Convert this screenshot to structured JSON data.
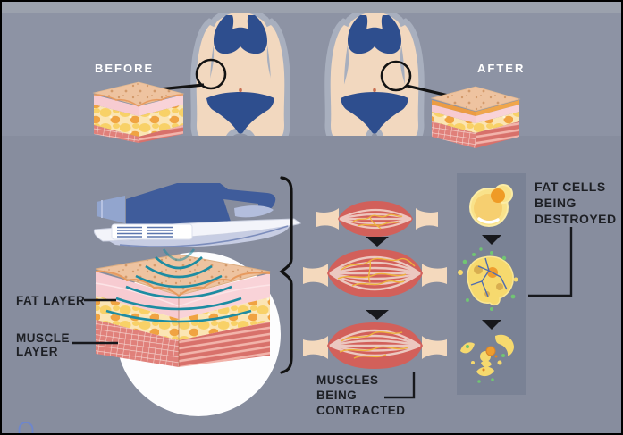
{
  "title": "Body contouring treatment infographic",
  "labels": {
    "before": "BEFORE",
    "after": "AFTER",
    "fat_layer": "FAT LAYER",
    "muscle_layer": "MUSCLE\nLAYER",
    "muscles_contracted": "MUSCLES\nBEING\nCONTRACTED",
    "fat_cells_destroyed": "FAT CELLS\nBEING\nDESTROYED"
  },
  "stages": {
    "muscle_states_shown": 3,
    "fat_cell_states_shown": 3,
    "comparison": [
      "BEFORE",
      "AFTER"
    ]
  },
  "colors": {
    "top_strip": "#9ba1ad",
    "top_background": "#8d93a4",
    "bottom_background": "#878d9e",
    "fat_panel_background": "#7a8295",
    "swimsuit_navy": "#2e4e8e",
    "skin": "#f2d8bf",
    "muscle_red": "#d2605a",
    "fat_yellow": "#f8d167",
    "wave_teal": "#1d8ca2",
    "label_dark": "#1d1f24",
    "label_light": "#ffffff"
  }
}
